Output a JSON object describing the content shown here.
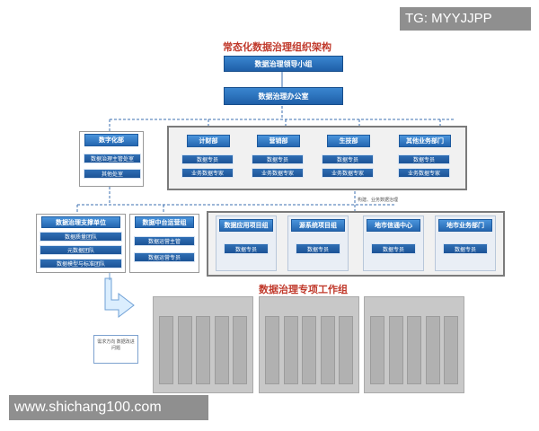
{
  "watermark_top": "TG: MYYJJPP",
  "watermark_bottom": "www.shichang100.com",
  "diagram": {
    "title": "常态化数据治理组织架构",
    "leadership": "数据治理领导小组",
    "office": "数据治理办公室",
    "tier2": {
      "left_unit": {
        "name": "数字化部",
        "subs": [
          "数据治理主管处室",
          "其他处室"
        ]
      },
      "business_units": [
        {
          "name": "计财部",
          "subs": [
            "数据专员",
            "业务数据专家"
          ]
        },
        {
          "name": "营销部",
          "subs": [
            "数据专员",
            "业务数据专家"
          ]
        },
        {
          "name": "生技部",
          "subs": [
            "数据专员",
            "业务数据专家"
          ]
        },
        {
          "name": "其他业务部门",
          "subs": [
            "数据专员",
            "业务数据专家"
          ]
        }
      ],
      "connector_label": "构建、业务数据治理"
    },
    "tier3": {
      "support_center": {
        "name": "数据治理支撑单位",
        "subs": [
          "数据质量团队",
          "元数据团队",
          "数据模型与标准团队"
        ]
      },
      "platform_center": {
        "name": "数据中台运营组",
        "subs": [
          "数据运营主管",
          "数据运营专员"
        ]
      },
      "project_groups": [
        {
          "name": "数据应用项目组",
          "sub": "数据专员"
        },
        {
          "name": "源系统项目组",
          "sub": "数据专员"
        },
        {
          "name": "地市信通中心",
          "sub": "数据专员"
        },
        {
          "name": "地市业务部门",
          "sub": "数据专员"
        }
      ]
    },
    "taskforce": {
      "title": "数据治理专项工作组",
      "note": "需求方向 数据改进 问题",
      "group_count": 3,
      "columns_per_group": 5
    }
  }
}
